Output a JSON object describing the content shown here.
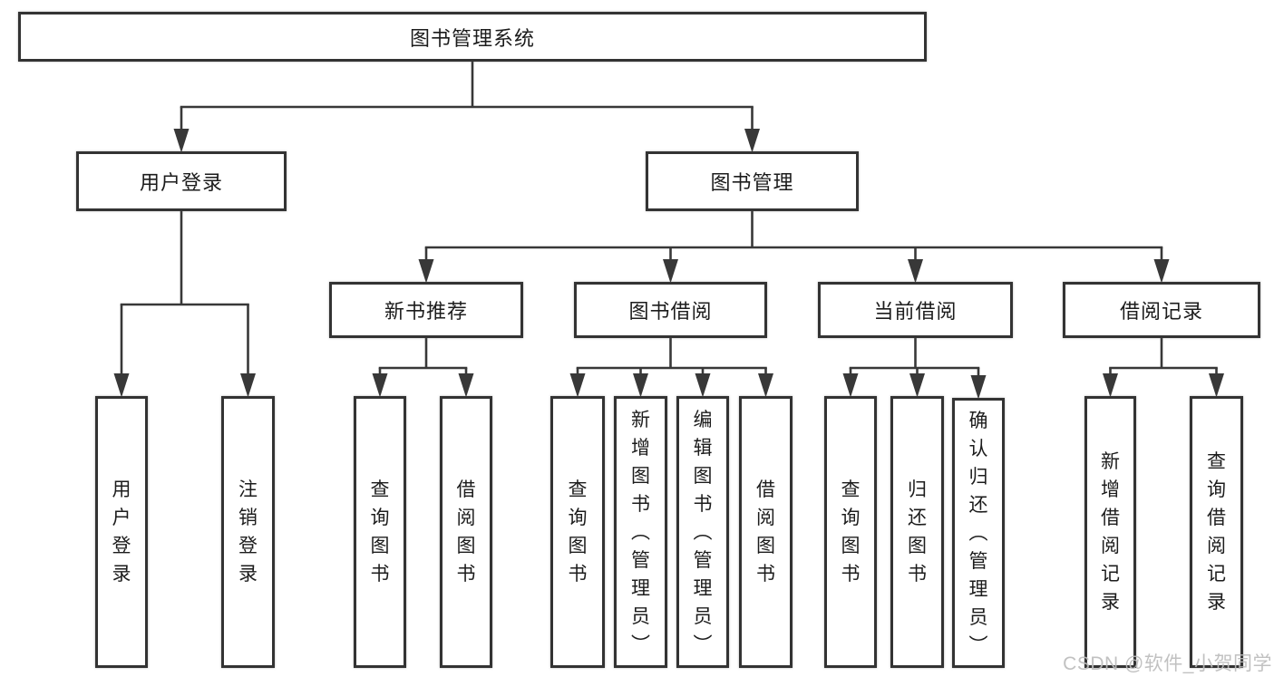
{
  "page": {
    "background": "#ffffff",
    "watermark_text": "CSDN @软件_小贺同学"
  },
  "colors": {
    "line": "#383838",
    "box_border": "#333333",
    "box_fill": "#ffffff",
    "text": "#1c1c1c",
    "watermark": "#bcbcbc"
  },
  "diagram": {
    "type": "hierarchy-tree",
    "title": "图书管理系统",
    "nodes": [
      {
        "id": "root",
        "label": "图书管理系统",
        "parent": null,
        "orientation": "horizontal"
      },
      {
        "id": "user-login",
        "label": "用户登录",
        "parent": "root",
        "orientation": "horizontal"
      },
      {
        "id": "book-mgmt",
        "label": "图书管理",
        "parent": "root",
        "orientation": "horizontal"
      },
      {
        "id": "login",
        "label": "用户登录",
        "parent": "user-login",
        "orientation": "vertical"
      },
      {
        "id": "logout",
        "label": "注销登录",
        "parent": "user-login",
        "orientation": "vertical"
      },
      {
        "id": "new-book-rec",
        "label": "新书推荐",
        "parent": "book-mgmt",
        "orientation": "horizontal"
      },
      {
        "id": "book-borrow",
        "label": "图书借阅",
        "parent": "book-mgmt",
        "orientation": "horizontal"
      },
      {
        "id": "current-borrow",
        "label": "当前借阅",
        "parent": "book-mgmt",
        "orientation": "horizontal"
      },
      {
        "id": "borrow-records",
        "label": "借阅记录",
        "parent": "book-mgmt",
        "orientation": "horizontal"
      },
      {
        "id": "query-books-1",
        "label": "查询图书",
        "parent": "new-book-rec",
        "orientation": "vertical"
      },
      {
        "id": "borrow-books-1",
        "label": "借阅图书",
        "parent": "new-book-rec",
        "orientation": "vertical"
      },
      {
        "id": "query-books-2",
        "label": "查询图书",
        "parent": "book-borrow",
        "orientation": "vertical"
      },
      {
        "id": "add-books-admin",
        "label": "新增图书（管理员）",
        "parent": "book-borrow",
        "orientation": "vertical"
      },
      {
        "id": "edit-books-admin",
        "label": "编辑图书（管理员）",
        "parent": "book-borrow",
        "orientation": "vertical"
      },
      {
        "id": "borrow-books-2",
        "label": "借阅图书",
        "parent": "book-borrow",
        "orientation": "vertical"
      },
      {
        "id": "query-books-3",
        "label": "查询图书",
        "parent": "current-borrow",
        "orientation": "vertical"
      },
      {
        "id": "return-books",
        "label": "归还图书",
        "parent": "current-borrow",
        "orientation": "vertical"
      },
      {
        "id": "confirm-return-admin",
        "label": "确认归还（管理员）",
        "parent": "current-borrow",
        "orientation": "vertical"
      },
      {
        "id": "add-borrow-record",
        "label": "新增借阅记录",
        "parent": "borrow-records",
        "orientation": "vertical"
      },
      {
        "id": "query-borrow-record",
        "label": "查询借阅记录",
        "parent": "borrow-records",
        "orientation": "vertical"
      }
    ]
  }
}
